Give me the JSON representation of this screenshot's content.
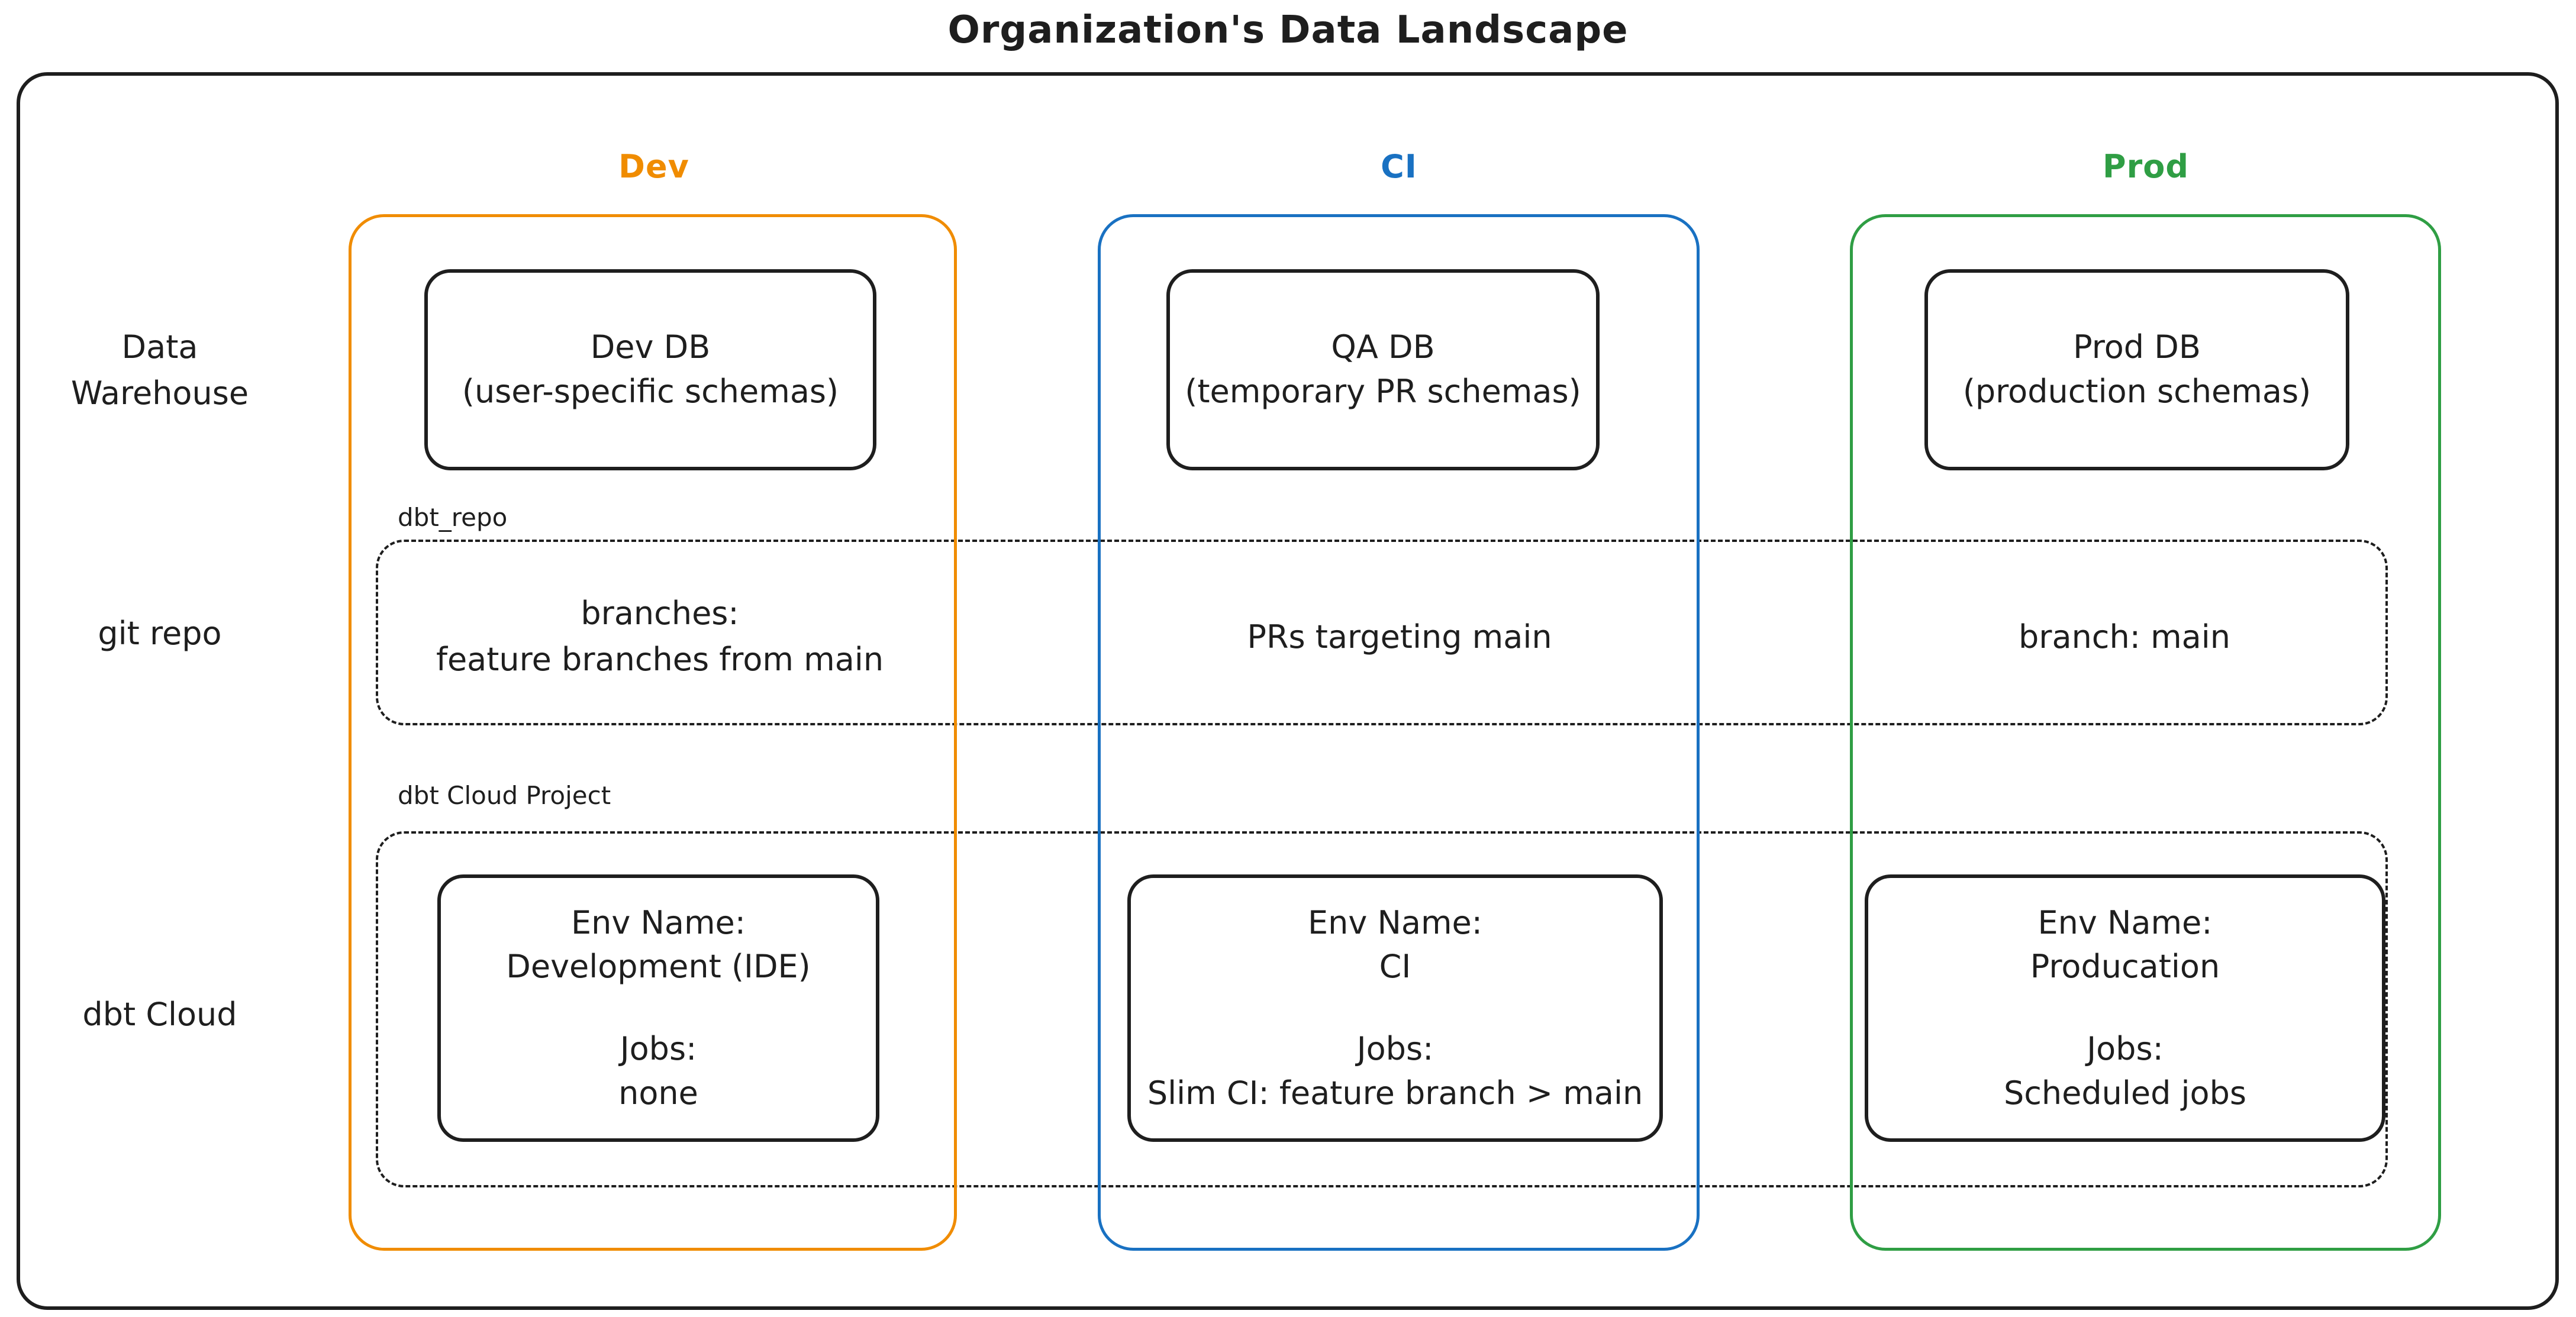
{
  "title": "Organization's Data Landscape",
  "colors": {
    "dev": "#f08c00",
    "ci": "#1971c2",
    "prod": "#2f9e44",
    "ink": "#1e1e1e"
  },
  "columns": [
    {
      "id": "dev",
      "label": "Dev"
    },
    {
      "id": "ci",
      "label": "CI"
    },
    {
      "id": "prod",
      "label": "Prod"
    }
  ],
  "row_labels": {
    "warehouse": "Data Warehouse",
    "git": "git repo",
    "dbt": "dbt Cloud"
  },
  "warehouse": {
    "dev": {
      "lines": [
        "Dev DB",
        "(user-specific schemas)"
      ]
    },
    "ci": {
      "lines": [
        "QA DB",
        "(temporary PR schemas)"
      ]
    },
    "prod": {
      "lines": [
        "Prod DB",
        "(production schemas)"
      ]
    }
  },
  "git_repo": {
    "container_label": "dbt_repo",
    "dev": [
      "branches:",
      "feature branches from main"
    ],
    "ci": "PRs targeting main",
    "prod": "branch: main"
  },
  "dbt_cloud": {
    "container_label": "dbt Cloud Project",
    "dev": {
      "env_label": "Env Name:",
      "env_value": "Development (IDE)",
      "jobs_label": "Jobs:",
      "jobs_value": "none"
    },
    "ci": {
      "env_label": "Env Name:",
      "env_value": "CI",
      "jobs_label": "Jobs:",
      "jobs_value": "Slim CI: feature branch > main"
    },
    "prod": {
      "env_label": "Env Name:",
      "env_value": "Producation",
      "jobs_label": "Jobs:",
      "jobs_value": "Scheduled jobs"
    }
  }
}
